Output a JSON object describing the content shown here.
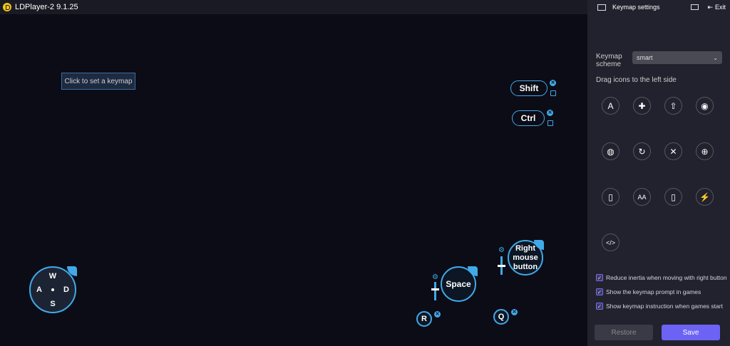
{
  "app": {
    "title": "LDPlayer-2 9.1.25"
  },
  "game": {
    "hint": "Click to set a keymap",
    "keys": {
      "shift": "Shift",
      "ctrl": "Ctrl",
      "space": "Space",
      "right_mouse": "Right mouse button",
      "r": "R",
      "q": "Q"
    },
    "dpad": {
      "up": "W",
      "left": "A",
      "right": "D",
      "down": "S"
    }
  },
  "panel": {
    "title": "Keymap settings",
    "exit": "Exit",
    "scheme_label": "Keymap scheme",
    "scheme_value": "smart",
    "drag_hint": "Drag icons to the left side",
    "tools": [
      {
        "icon": "tap-icon",
        "glyph": "A"
      },
      {
        "icon": "dpad-icon",
        "glyph": "✚"
      },
      {
        "icon": "bullet-icon",
        "glyph": "⇧"
      },
      {
        "icon": "eye-icon",
        "glyph": "◉"
      },
      {
        "icon": "mouse-rotate-icon",
        "glyph": "◍"
      },
      {
        "icon": "rotate-icon",
        "glyph": "↻"
      },
      {
        "icon": "swords-icon",
        "glyph": "✕"
      },
      {
        "icon": "crosshair-icon",
        "glyph": "⊕"
      },
      {
        "icon": "mouse-icon",
        "glyph": "▯"
      },
      {
        "icon": "multi-tap-icon",
        "glyph": "AA"
      },
      {
        "icon": "shake-icon",
        "glyph": "▯"
      },
      {
        "icon": "lightning-icon",
        "glyph": "⚡"
      },
      {
        "icon": "script-icon",
        "glyph": "</>"
      }
    ],
    "options": [
      {
        "label": "Reduce inertia when moving with right button",
        "checked": true
      },
      {
        "label": "Show the keymap prompt in games",
        "checked": true
      },
      {
        "label": "Show keymap instruction when games start",
        "checked": true
      }
    ],
    "restore": "Restore",
    "save": "Save"
  }
}
